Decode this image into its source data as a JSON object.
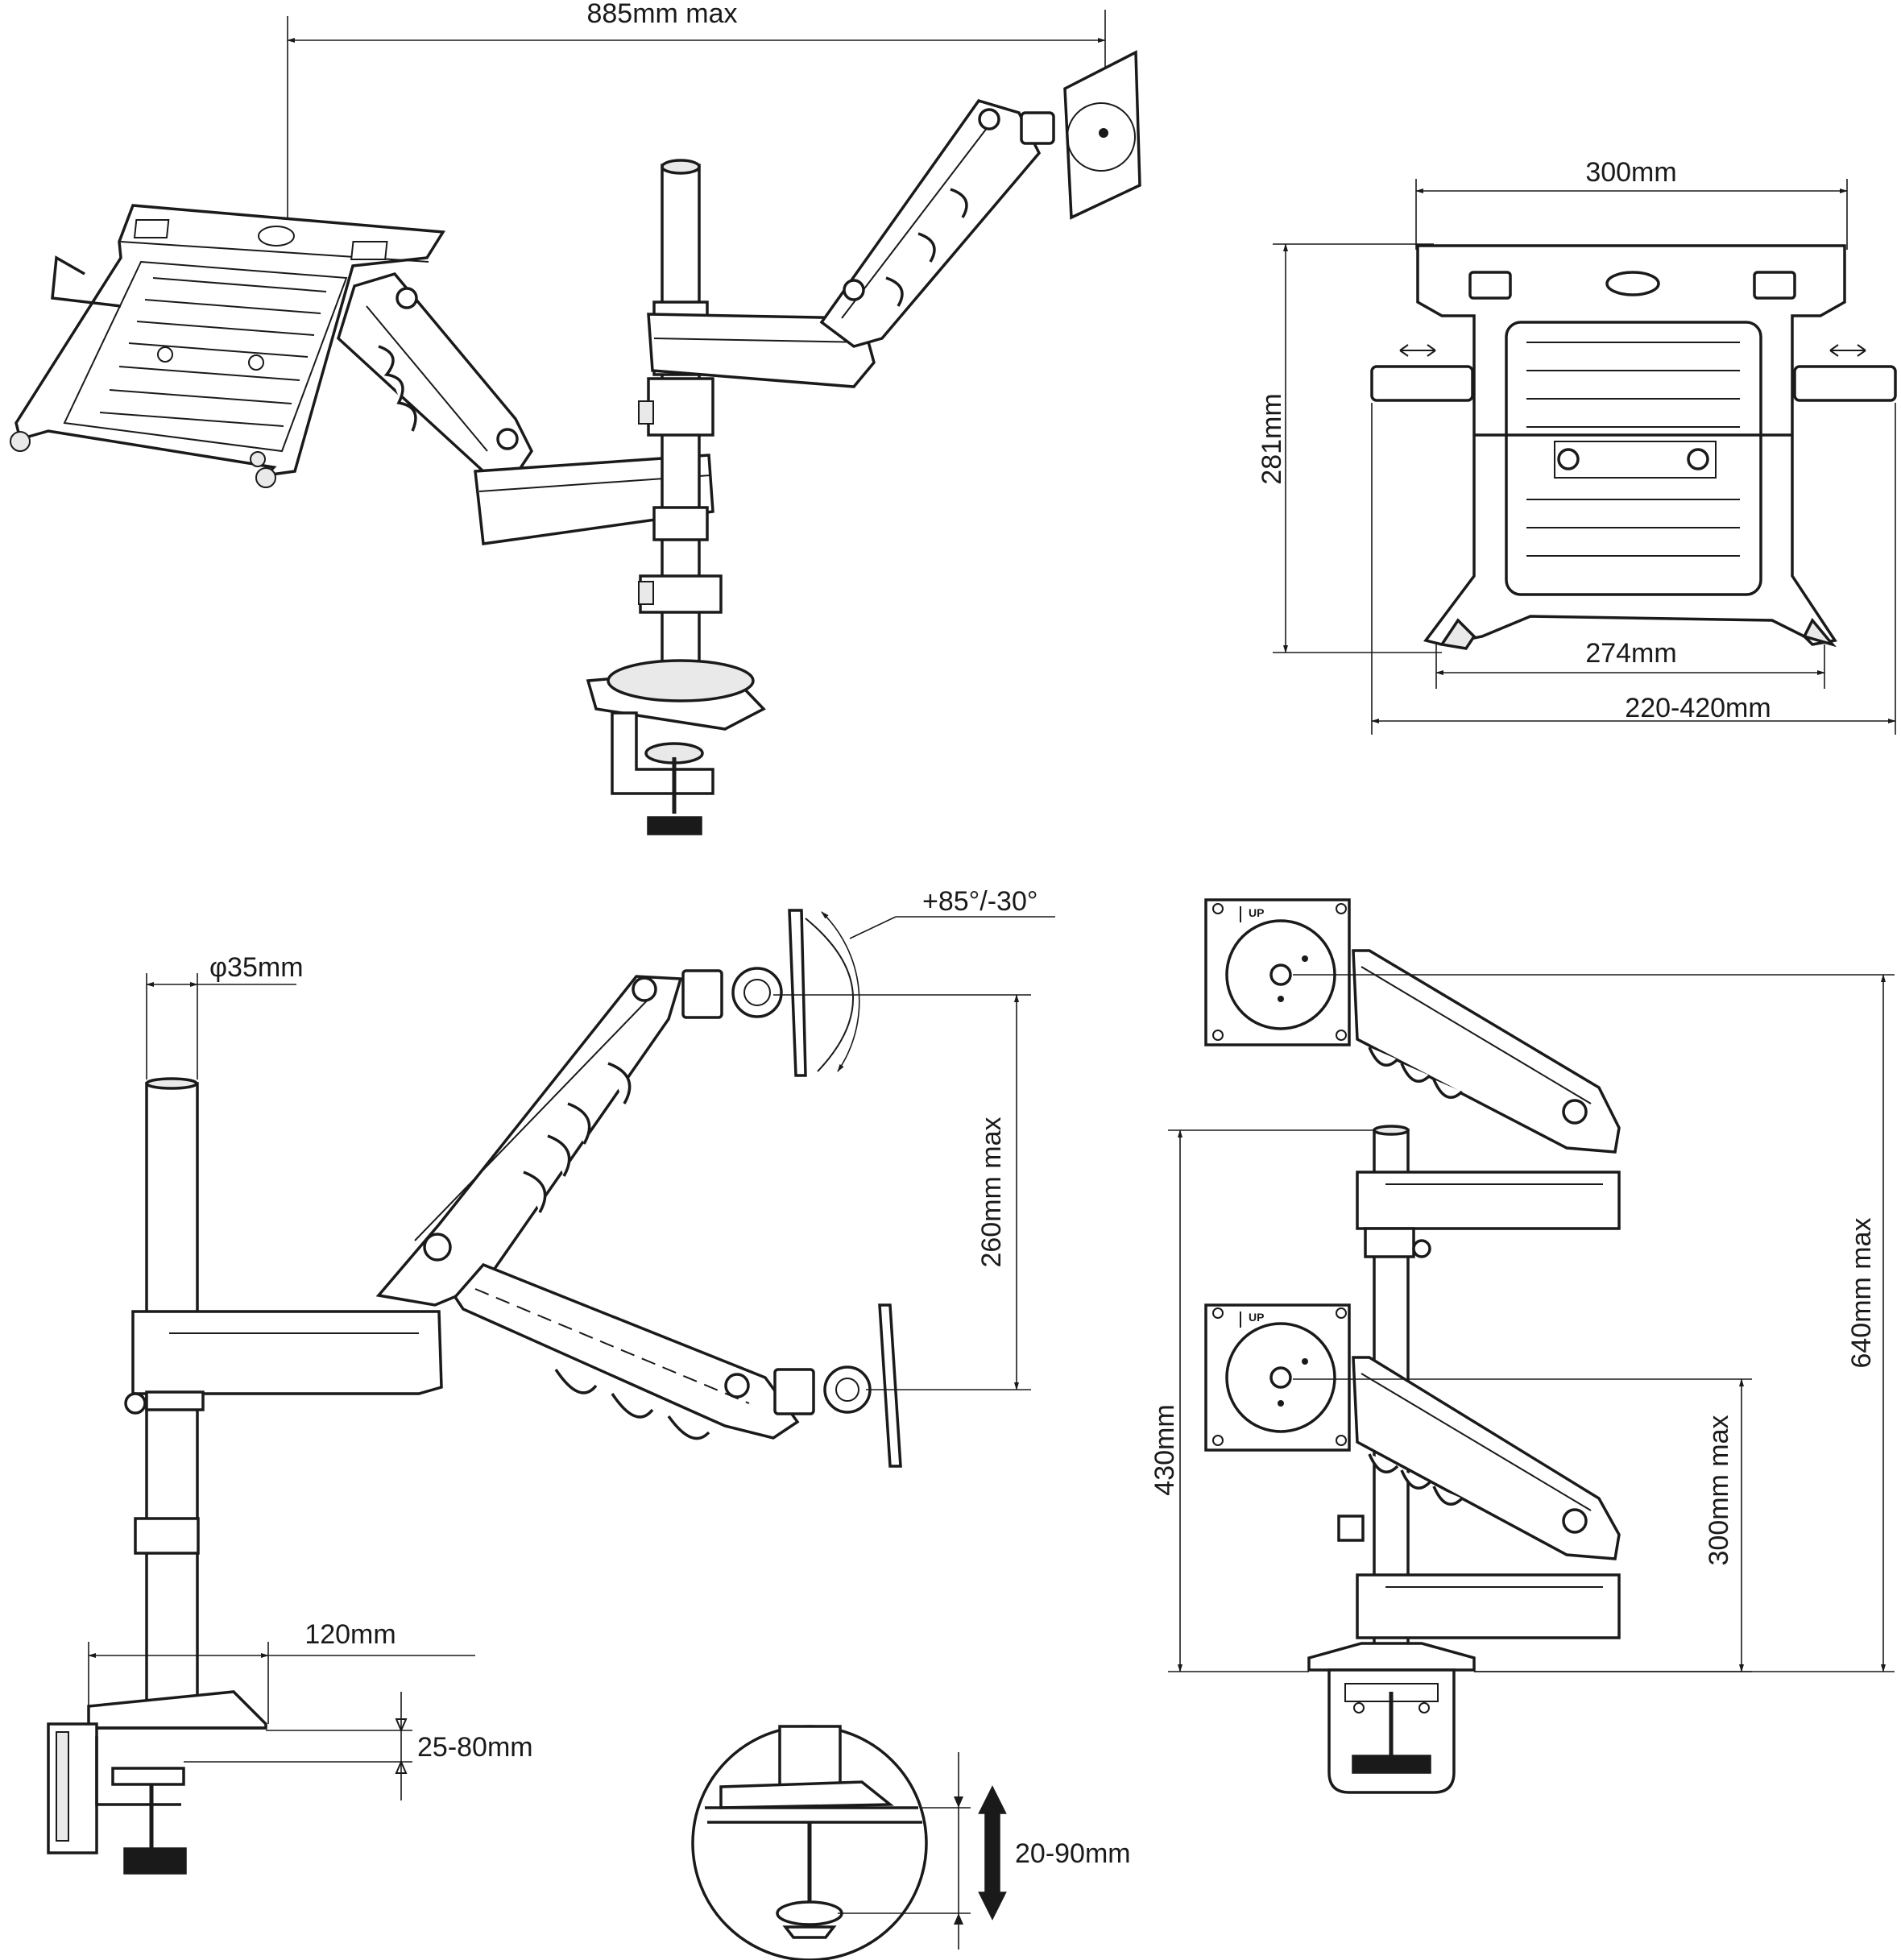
{
  "colors": {
    "ink": "#1a1a1a",
    "paper": "#ffffff",
    "shade": "#e9e9e9"
  },
  "dimensions": {
    "reach": "885mm max",
    "tray_width": "300mm",
    "tray_depth": "281mm",
    "tray_inner": "274mm",
    "tray_adjust": "220-420mm",
    "tilt": "+85°/-30°",
    "pole_diameter": "φ35mm",
    "vertical_travel": "260mm max",
    "clamp_base": "120mm",
    "clamp_desk": "25-80mm",
    "grommet_desk": "20-90mm",
    "pole_height": "430mm",
    "total_height": "640mm max",
    "lower_travel": "300mm max"
  },
  "labels": {
    "up_mark": "UP"
  }
}
